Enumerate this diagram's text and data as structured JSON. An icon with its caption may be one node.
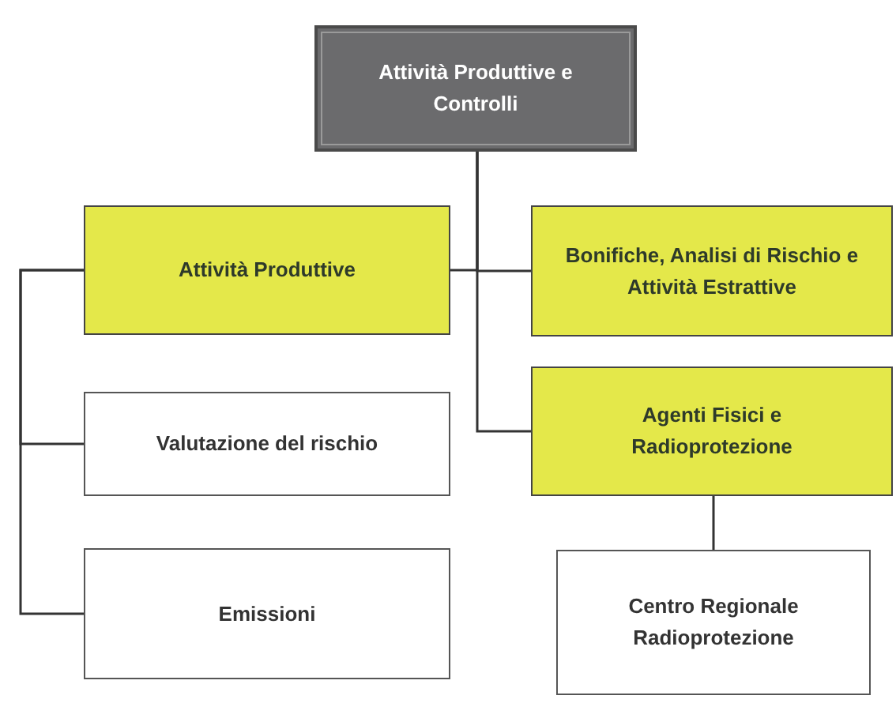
{
  "diagram": {
    "nodes": [
      {
        "text": [
          "Attività Produttive e Controlli"
        ]
      },
      {
        "text": [
          "Attività Produttive"
        ]
      },
      {
        "text": [
          "Bonifiche, Analisi di Rischio e Attività Estrattive"
        ]
      },
      {
        "text": [
          "Valutazione del rischio"
        ]
      },
      {
        "text": [
          "Agenti Fisici e Radioprotezione"
        ]
      },
      {
        "text": [
          "Emissioni"
        ]
      },
      {
        "text": [
          "Centro Regionale Radioprotezione"
        ]
      }
    ],
    "edges": [
      {
        "from": 0,
        "to": 1,
        "arrow": "none"
      },
      {
        "from": 0,
        "to": 2,
        "arrow": "none"
      },
      {
        "from": 0,
        "to": 4,
        "arrow": "none"
      },
      {
        "from": 1,
        "to": 3,
        "arrow": "none"
      },
      {
        "from": 1,
        "to": 5,
        "arrow": "none"
      },
      {
        "from": 4,
        "to": 6,
        "arrow": "none"
      }
    ]
  }
}
